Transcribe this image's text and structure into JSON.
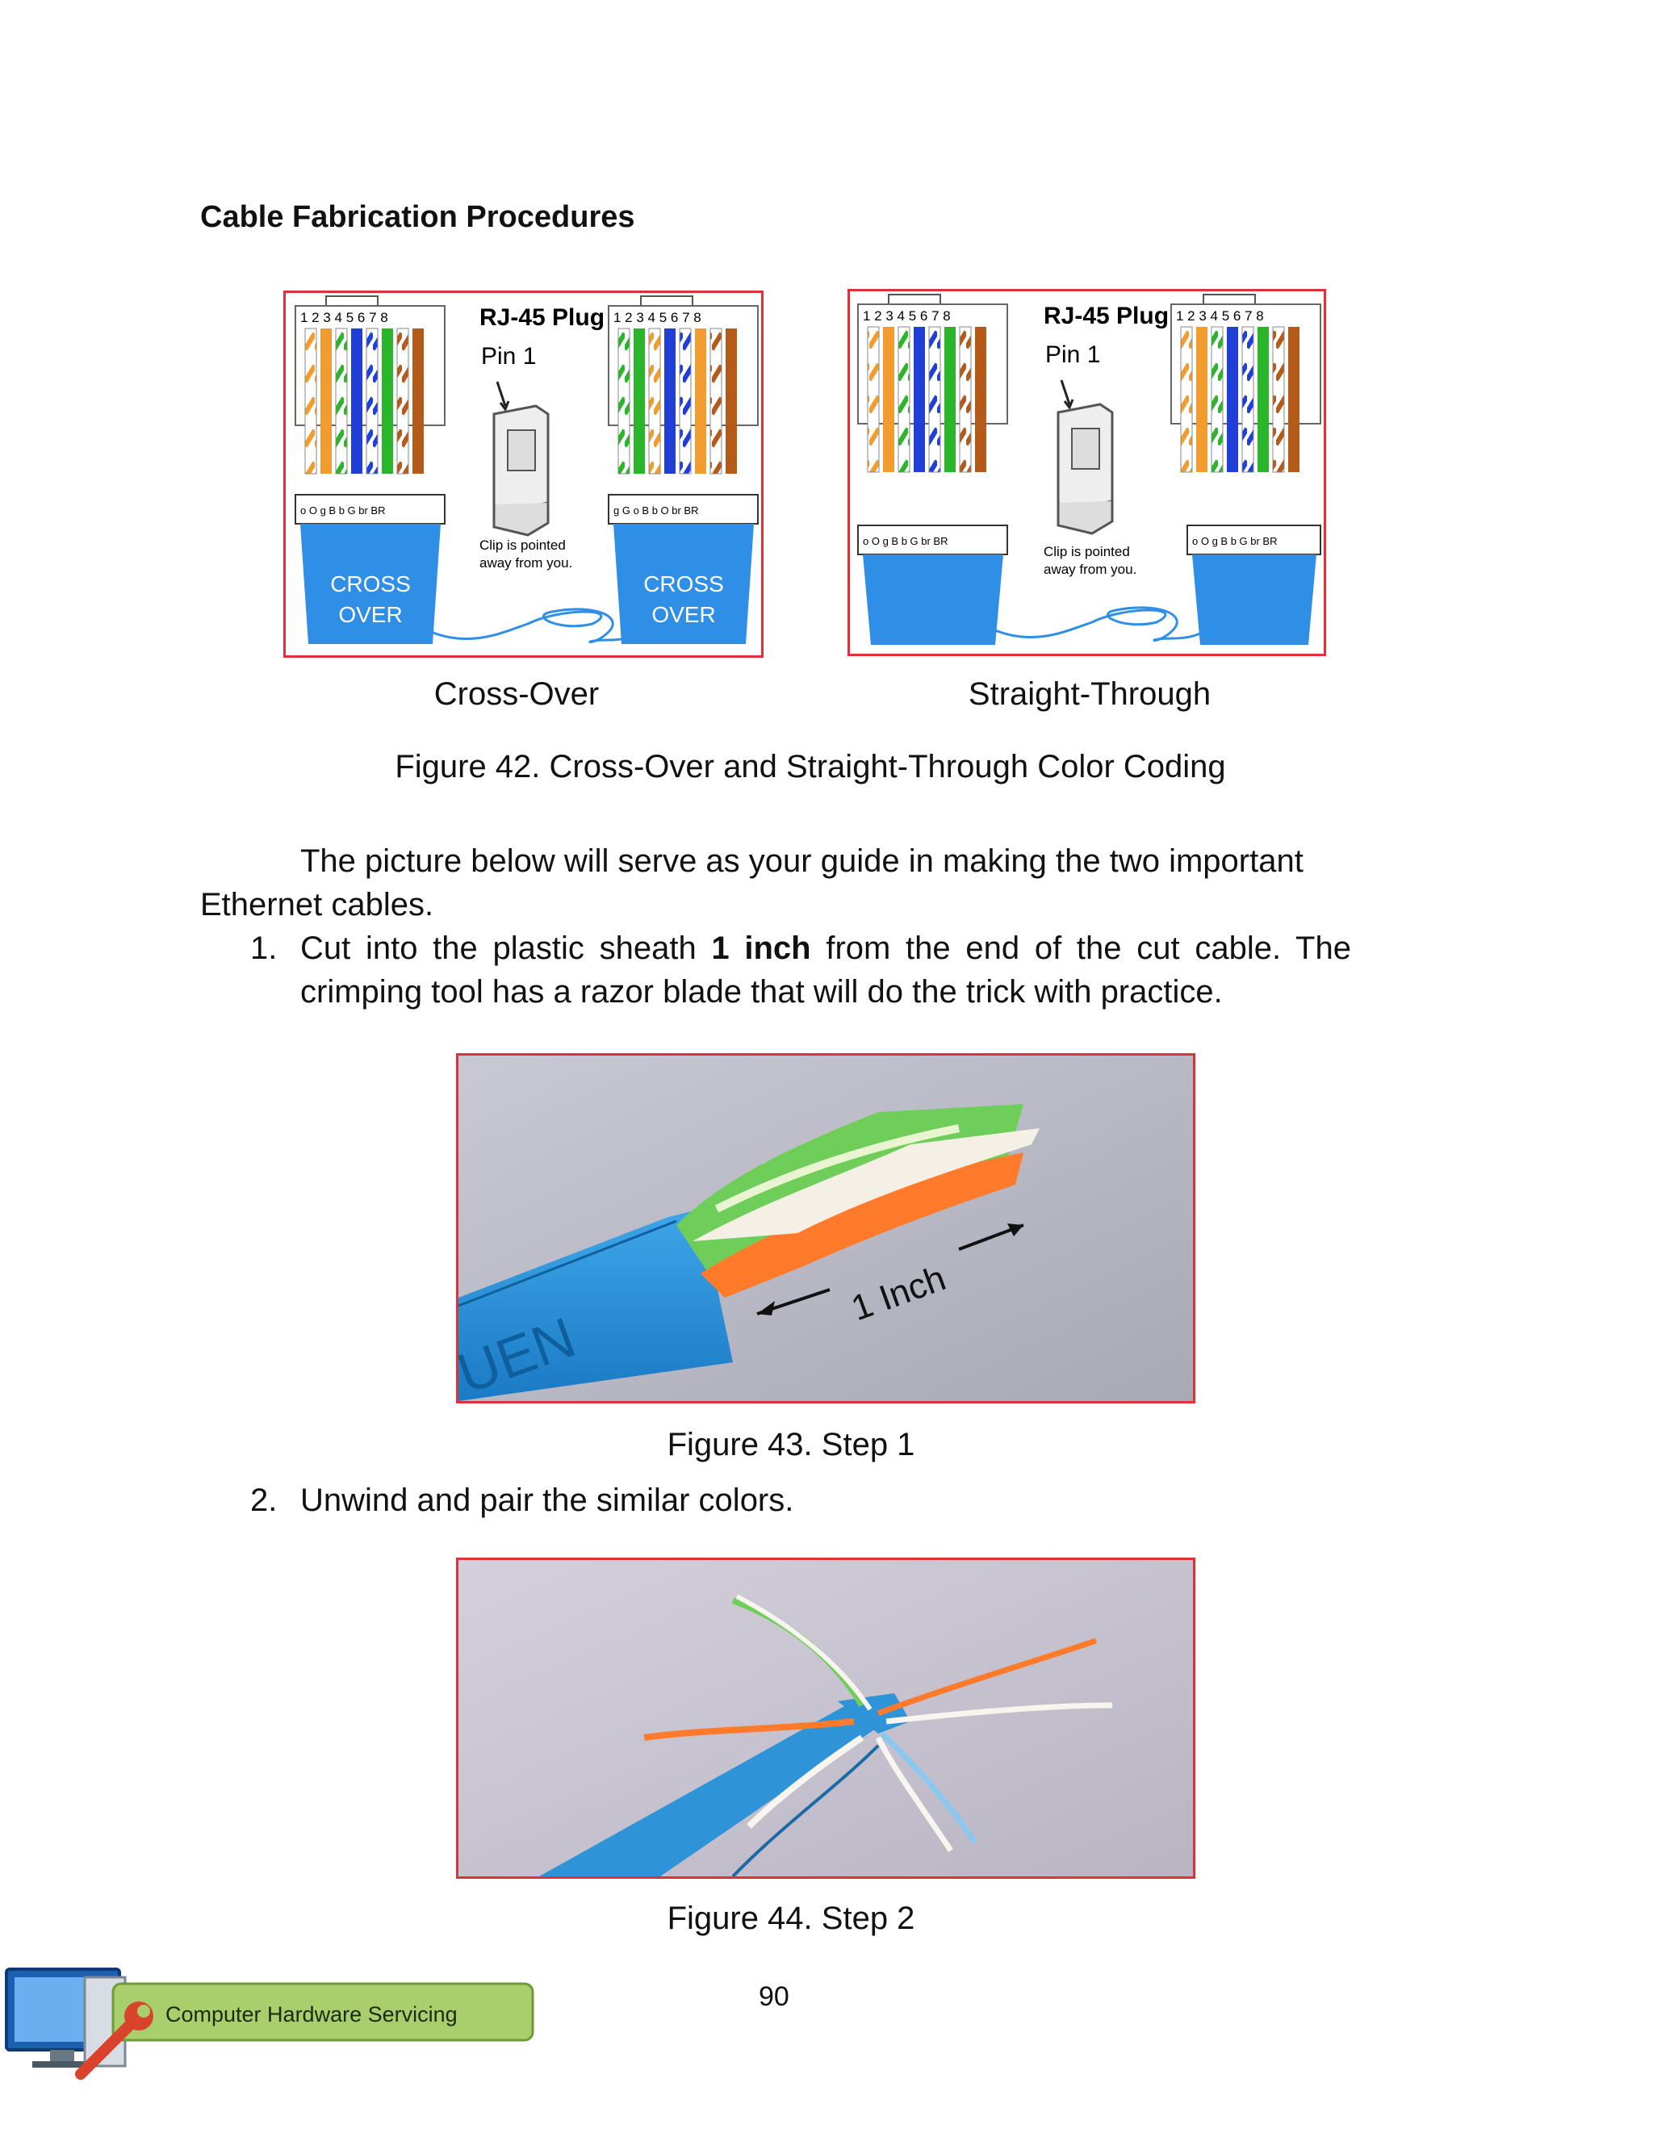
{
  "heading": "Cable Fabrication Procedures",
  "figure42": {
    "panels": [
      {
        "label": "Cross-Over",
        "pin_numbers": "1 2 3 4 5 6 7 8",
        "plug_title": "RJ-45 Plug",
        "pin_label": "Pin 1",
        "clip_text_line1": "Clip is pointed",
        "clip_text_line2": "away from you.",
        "left_codes": "o O g B b G br BR",
        "right_codes": "g G o B b O br BR",
        "badge_line1": "CROSS",
        "badge_line2": "OVER"
      },
      {
        "label": "Straight-Through",
        "pin_numbers": "1 2 3 4 5 6 7 8",
        "plug_title": "RJ-45 Plug",
        "pin_label": "Pin 1",
        "clip_text_line1": "Clip is pointed",
        "clip_text_line2": "away from you.",
        "left_codes": "o O g B b G br BR",
        "right_codes": "o O g B b G br BR"
      }
    ],
    "caption": "Figure 42. Cross-Over and Straight-Through Color Coding"
  },
  "intro_line1": "The picture below will serve as your guide in making the two important",
  "intro_line2": "Ethernet cables.",
  "step1": {
    "number": "1.",
    "line1_before": "Cut into the plastic sheath",
    "line1_bold": "1 inch",
    "line1_after": "from the end of the cut cable. The",
    "line2": "crimping tool has a razor blade that will do the trick with practice."
  },
  "figure43": {
    "annotation": "1 Inch",
    "caption": "Figure 43. Step 1"
  },
  "step2": {
    "number": "2.",
    "text": "Unwind and pair the similar colors."
  },
  "figure44": {
    "caption": "Figure 44. Step 2"
  },
  "page_number": "90",
  "footer": {
    "label": "Computer Hardware Servicing"
  },
  "wire_colors": {
    "orange": "#f29b2e",
    "green": "#2bb52b",
    "blue": "#1f3fd6",
    "brown": "#b55b1a",
    "jacket": "#2f8fe6",
    "border": "#e0303a"
  }
}
